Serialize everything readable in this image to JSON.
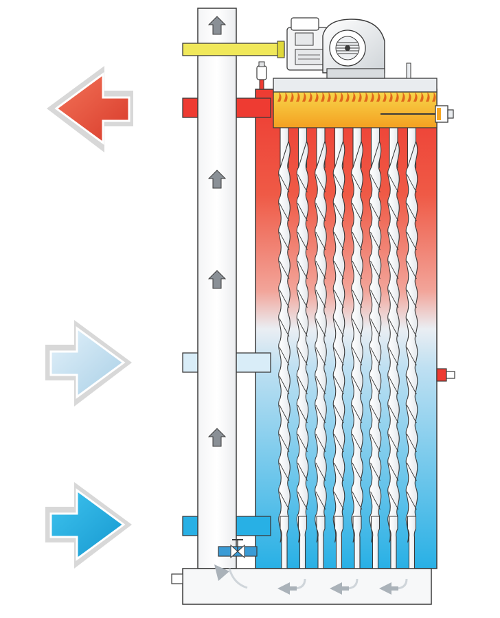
{
  "diagram": {
    "flow_arrows": [
      {
        "id": "hot-water-outlet",
        "direction": "left",
        "color": "#e8553f"
      },
      {
        "id": "warm-return-inlet",
        "direction": "right",
        "color": "#c9e3f2"
      },
      {
        "id": "cold-water-inlet",
        "direction": "right",
        "color": "#22b3e6"
      }
    ],
    "colors": {
      "hot": "#ee3b32",
      "warm": "#f4b7ad",
      "cold": "#28b0e5",
      "flue_channel": "#ffffff",
      "outline": "#3a3a3a",
      "gas_pipe": "#f0e85a",
      "burner_head": "#f6a724",
      "valve": "#3a9bd5"
    },
    "tube_count": 8,
    "flue_arrow_count": 4,
    "bottom_flow_arrow_count": 4,
    "icons": [
      "burner-fan-icon",
      "air-vent-icon",
      "thermometer-icon",
      "drain-valve-icon",
      "sensor-port-icon"
    ]
  }
}
